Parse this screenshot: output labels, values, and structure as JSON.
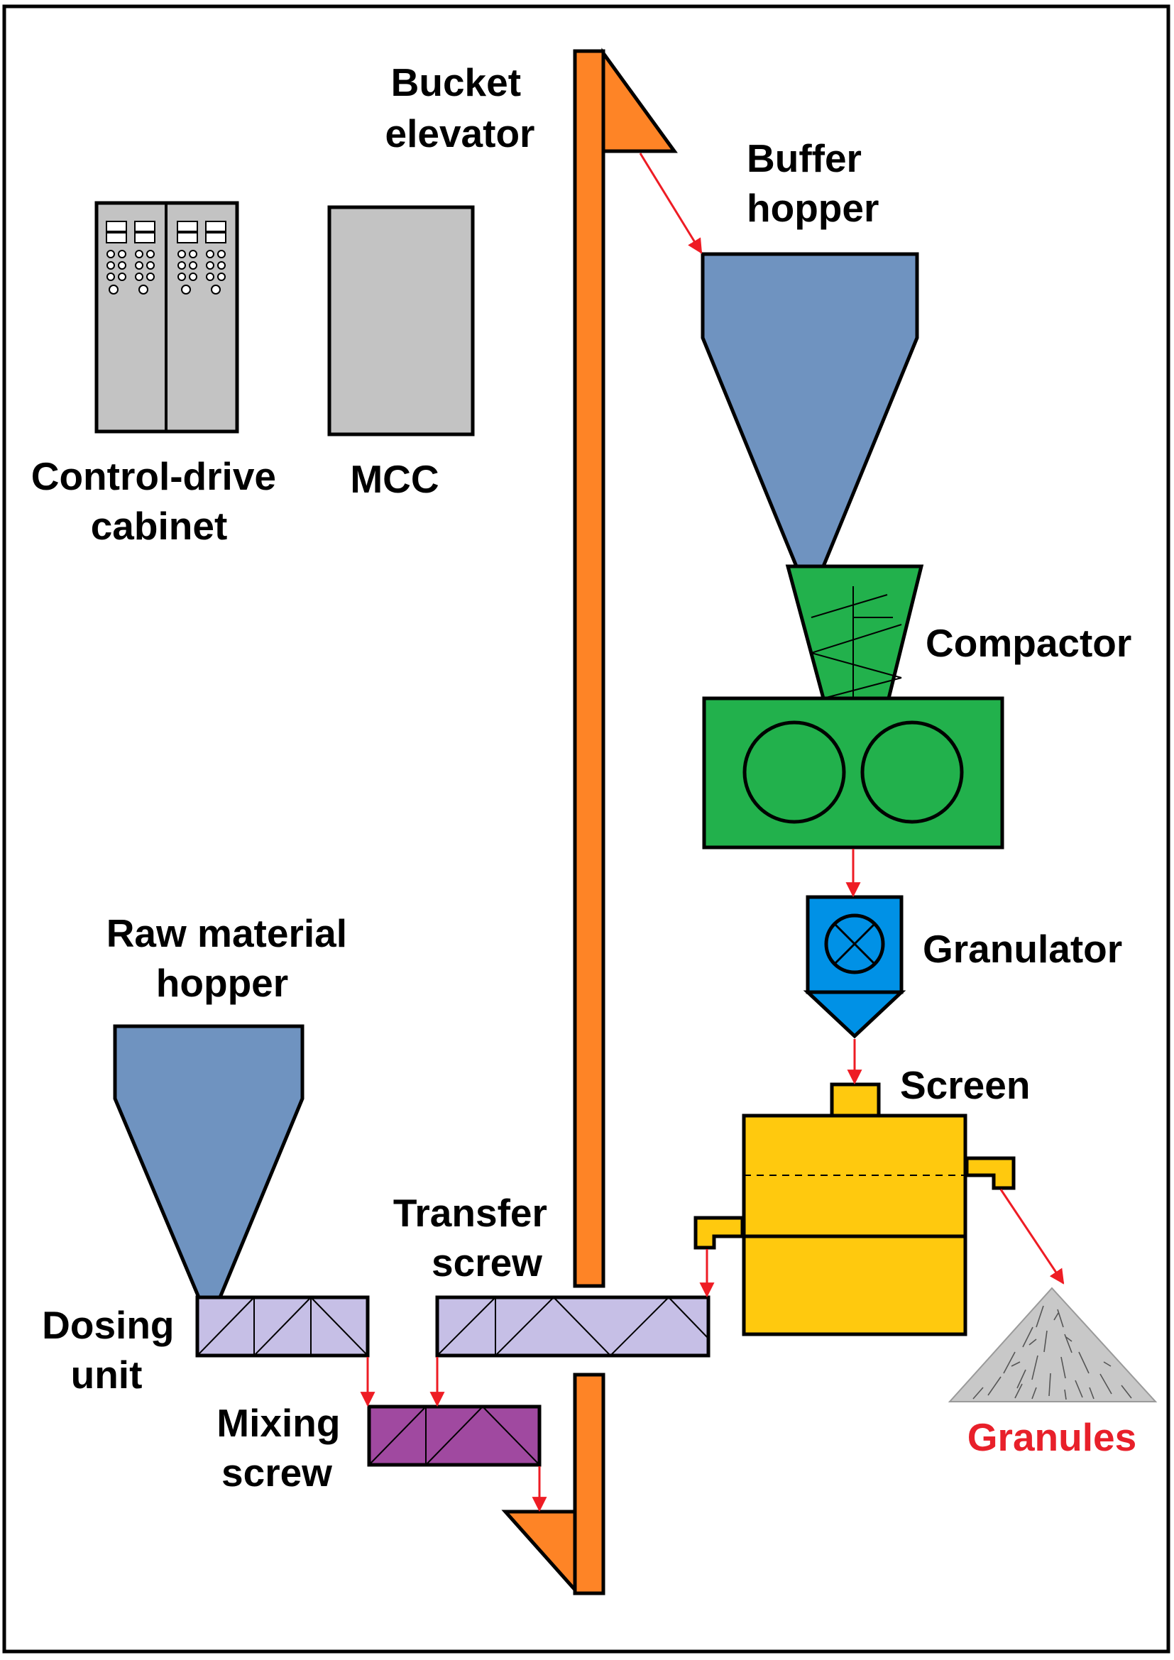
{
  "labels": {
    "bucket_elevator": [
      "Bucket",
      "elevator"
    ],
    "buffer_hopper": [
      "Buffer",
      "hopper"
    ],
    "control_cabinet": [
      "Control-drive",
      "cabinet"
    ],
    "mcc": "MCC",
    "compactor": "Compactor",
    "granulator": "Granulator",
    "raw_hopper": [
      "Raw material",
      "hopper"
    ],
    "screen": "Screen",
    "transfer_screw": [
      "Transfer",
      "screw"
    ],
    "dosing_unit": [
      "Dosing",
      "unit"
    ],
    "mixing_screw": [
      "Mixing",
      "screw"
    ],
    "granules": "Granules"
  },
  "colors": {
    "elevator": "#fe8426",
    "hopper": "#6f93c0",
    "cabinet": "#c3c3c3",
    "compactor": "#22b14c",
    "granulator": "#0091e6",
    "screen": "#ffc90e",
    "screw": "#c6bfe6",
    "mixing_screw": "#a049a0",
    "flow_arrow": "#ee1c24",
    "granules_label": "#e8202a",
    "pile": "#c8c8c8"
  }
}
